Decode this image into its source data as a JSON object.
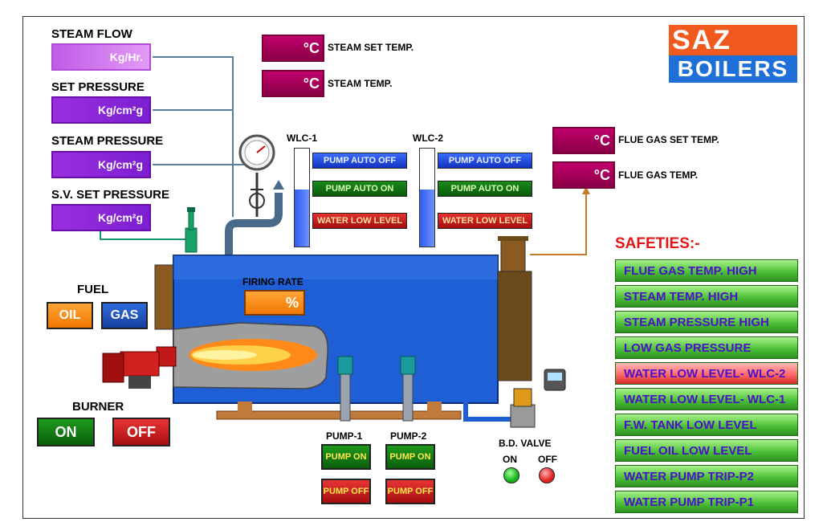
{
  "logo": {
    "line1": "SAZ",
    "line2": "BOILERS"
  },
  "left_panel": {
    "steam_flow": {
      "label": "STEAM FLOW",
      "unit": "Kg/Hr."
    },
    "set_pressure": {
      "label": "SET PRESSURE",
      "unit": "Kg/cm²g"
    },
    "steam_pressure": {
      "label": "STEAM PRESSURE",
      "unit": "Kg/cm²g"
    },
    "sv_set_pressure": {
      "label": "S.V. SET PRESSURE",
      "unit": "Kg/cm²g"
    }
  },
  "temps": {
    "steam_set": {
      "unit": "°C",
      "label": "STEAM SET TEMP."
    },
    "steam": {
      "unit": "°C",
      "label": "STEAM TEMP."
    },
    "flue_set": {
      "unit": "°C",
      "label": "FLUE GAS SET TEMP."
    },
    "flue": {
      "unit": "°C",
      "label": "FLUE GAS TEMP."
    }
  },
  "wlc": [
    {
      "title": "WLC-1",
      "level": 0.58,
      "status": [
        "PUMP AUTO OFF",
        "PUMP AUTO ON",
        "WATER LOW LEVEL"
      ]
    },
    {
      "title": "WLC-2",
      "level": 0.58,
      "status": [
        "PUMP AUTO OFF",
        "PUMP AUTO ON",
        "WATER LOW LEVEL"
      ]
    }
  ],
  "fuel": {
    "label": "FUEL",
    "oil": "OIL",
    "gas": "GAS"
  },
  "firing_rate": {
    "label": "FIRING RATE",
    "unit": "%"
  },
  "burner": {
    "label": "BURNER",
    "on": "ON",
    "off": "OFF"
  },
  "pumps": [
    {
      "title": "PUMP-1",
      "on": "PUMP ON",
      "off": "PUMP OFF"
    },
    {
      "title": "PUMP-2",
      "on": "PUMP ON",
      "off": "PUMP OFF"
    }
  ],
  "bd_valve": {
    "label": "B.D. VALVE",
    "on": "ON",
    "off": "OFF",
    "on_color": "#17b217",
    "off_color": "#e02020"
  },
  "safeties": {
    "title": "SAFETIES:-",
    "items": [
      {
        "label": "FLUE GAS TEMP. HIGH",
        "alarm": false
      },
      {
        "label": "STEAM TEMP. HIGH",
        "alarm": false
      },
      {
        "label": "STEAM PRESSURE HIGH",
        "alarm": false
      },
      {
        "label": "LOW GAS PRESSURE",
        "alarm": false
      },
      {
        "label": "WATER LOW LEVEL- WLC-2",
        "alarm": true
      },
      {
        "label": "WATER LOW LEVEL- WLC-1",
        "alarm": false
      },
      {
        "label": "F.W. TANK LOW LEVEL",
        "alarm": false
      },
      {
        "label": "FUEL OIL LOW LEVEL",
        "alarm": false
      },
      {
        "label": "WATER PUMP TRIP-P2",
        "alarm": false
      },
      {
        "label": "WATER PUMP TRIP-P1",
        "alarm": false
      }
    ]
  },
  "colors": {
    "boiler": "#1f5fd6",
    "alarm": "#ff6a6a",
    "safety_ok": "#4dc23a",
    "accent_purple": "#7b1fd0",
    "temp_box": "#a8005a"
  }
}
